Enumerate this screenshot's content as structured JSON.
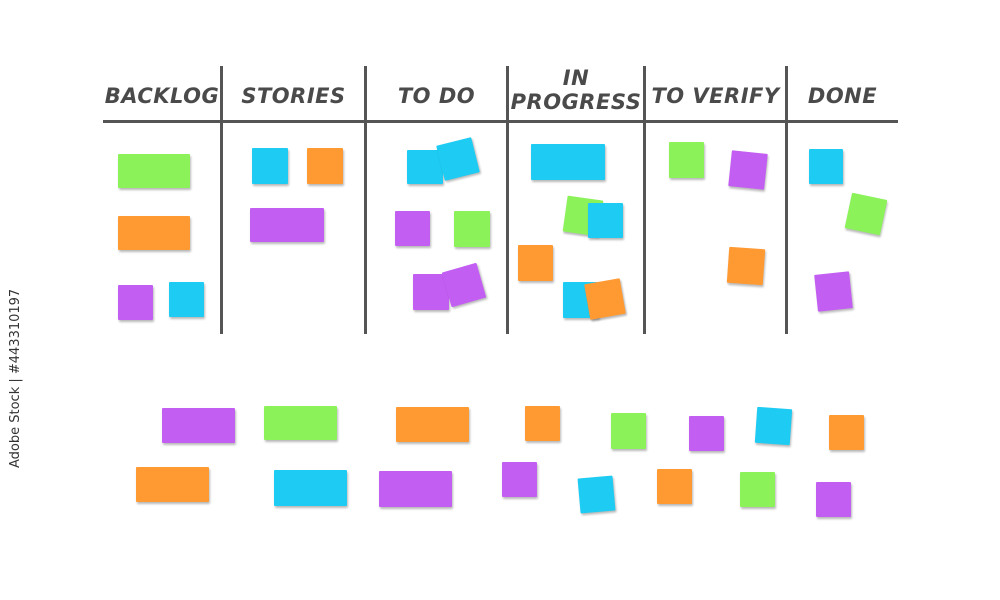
{
  "board": {
    "columns": [
      {
        "label": "BACKLOG"
      },
      {
        "label": "STORIES"
      },
      {
        "label": "TO DO"
      },
      {
        "label": "IN\nPROGRESS"
      },
      {
        "label": "TO VERIFY"
      },
      {
        "label": "DONE"
      }
    ]
  },
  "colors": {
    "green": "#8cf25a",
    "orange": "#ff9a33",
    "purple": "#c35ef2",
    "blue": "#1ecbf2",
    "lines": "#555555"
  },
  "stock_id": "Adobe Stock | #443310197"
}
